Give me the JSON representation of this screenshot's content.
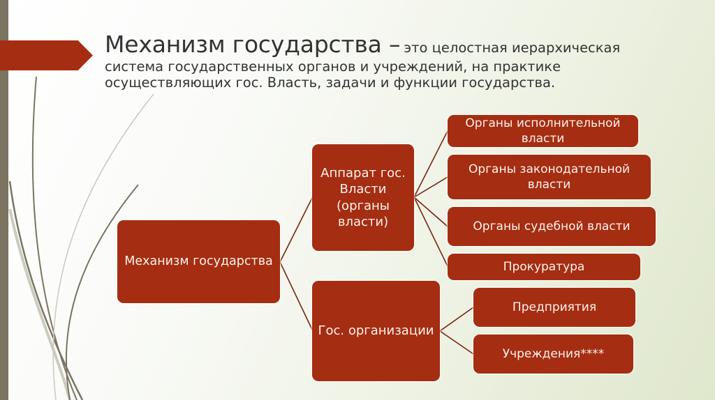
{
  "slide": {
    "title_term": "Механизм государства –",
    "title_definition_line1": "это целостная иерархическая",
    "title_definition_line2": "система государственных органов и учреждений, на практике",
    "title_definition_line3": "осуществляющих гос. Власть, задачи и функции государства."
  },
  "colors": {
    "accent": "#a52d12",
    "left_bar": "#7a7460",
    "node_text": "#fbf3ec",
    "title_text": "#333333"
  },
  "diagram": {
    "root": {
      "label": "Механизм государства"
    },
    "branches": [
      {
        "label": "Аппарат гос. Власти (органы власти)",
        "children": [
          {
            "label": "Органы исполнительной власти"
          },
          {
            "label": "Органы законодательной власти"
          },
          {
            "label": "Органы судебной власти"
          },
          {
            "label": "Прокуратура"
          }
        ]
      },
      {
        "label": "Гос. организации",
        "children": [
          {
            "label": "Предприятия"
          },
          {
            "label": "Учреждения****"
          }
        ]
      }
    ]
  }
}
